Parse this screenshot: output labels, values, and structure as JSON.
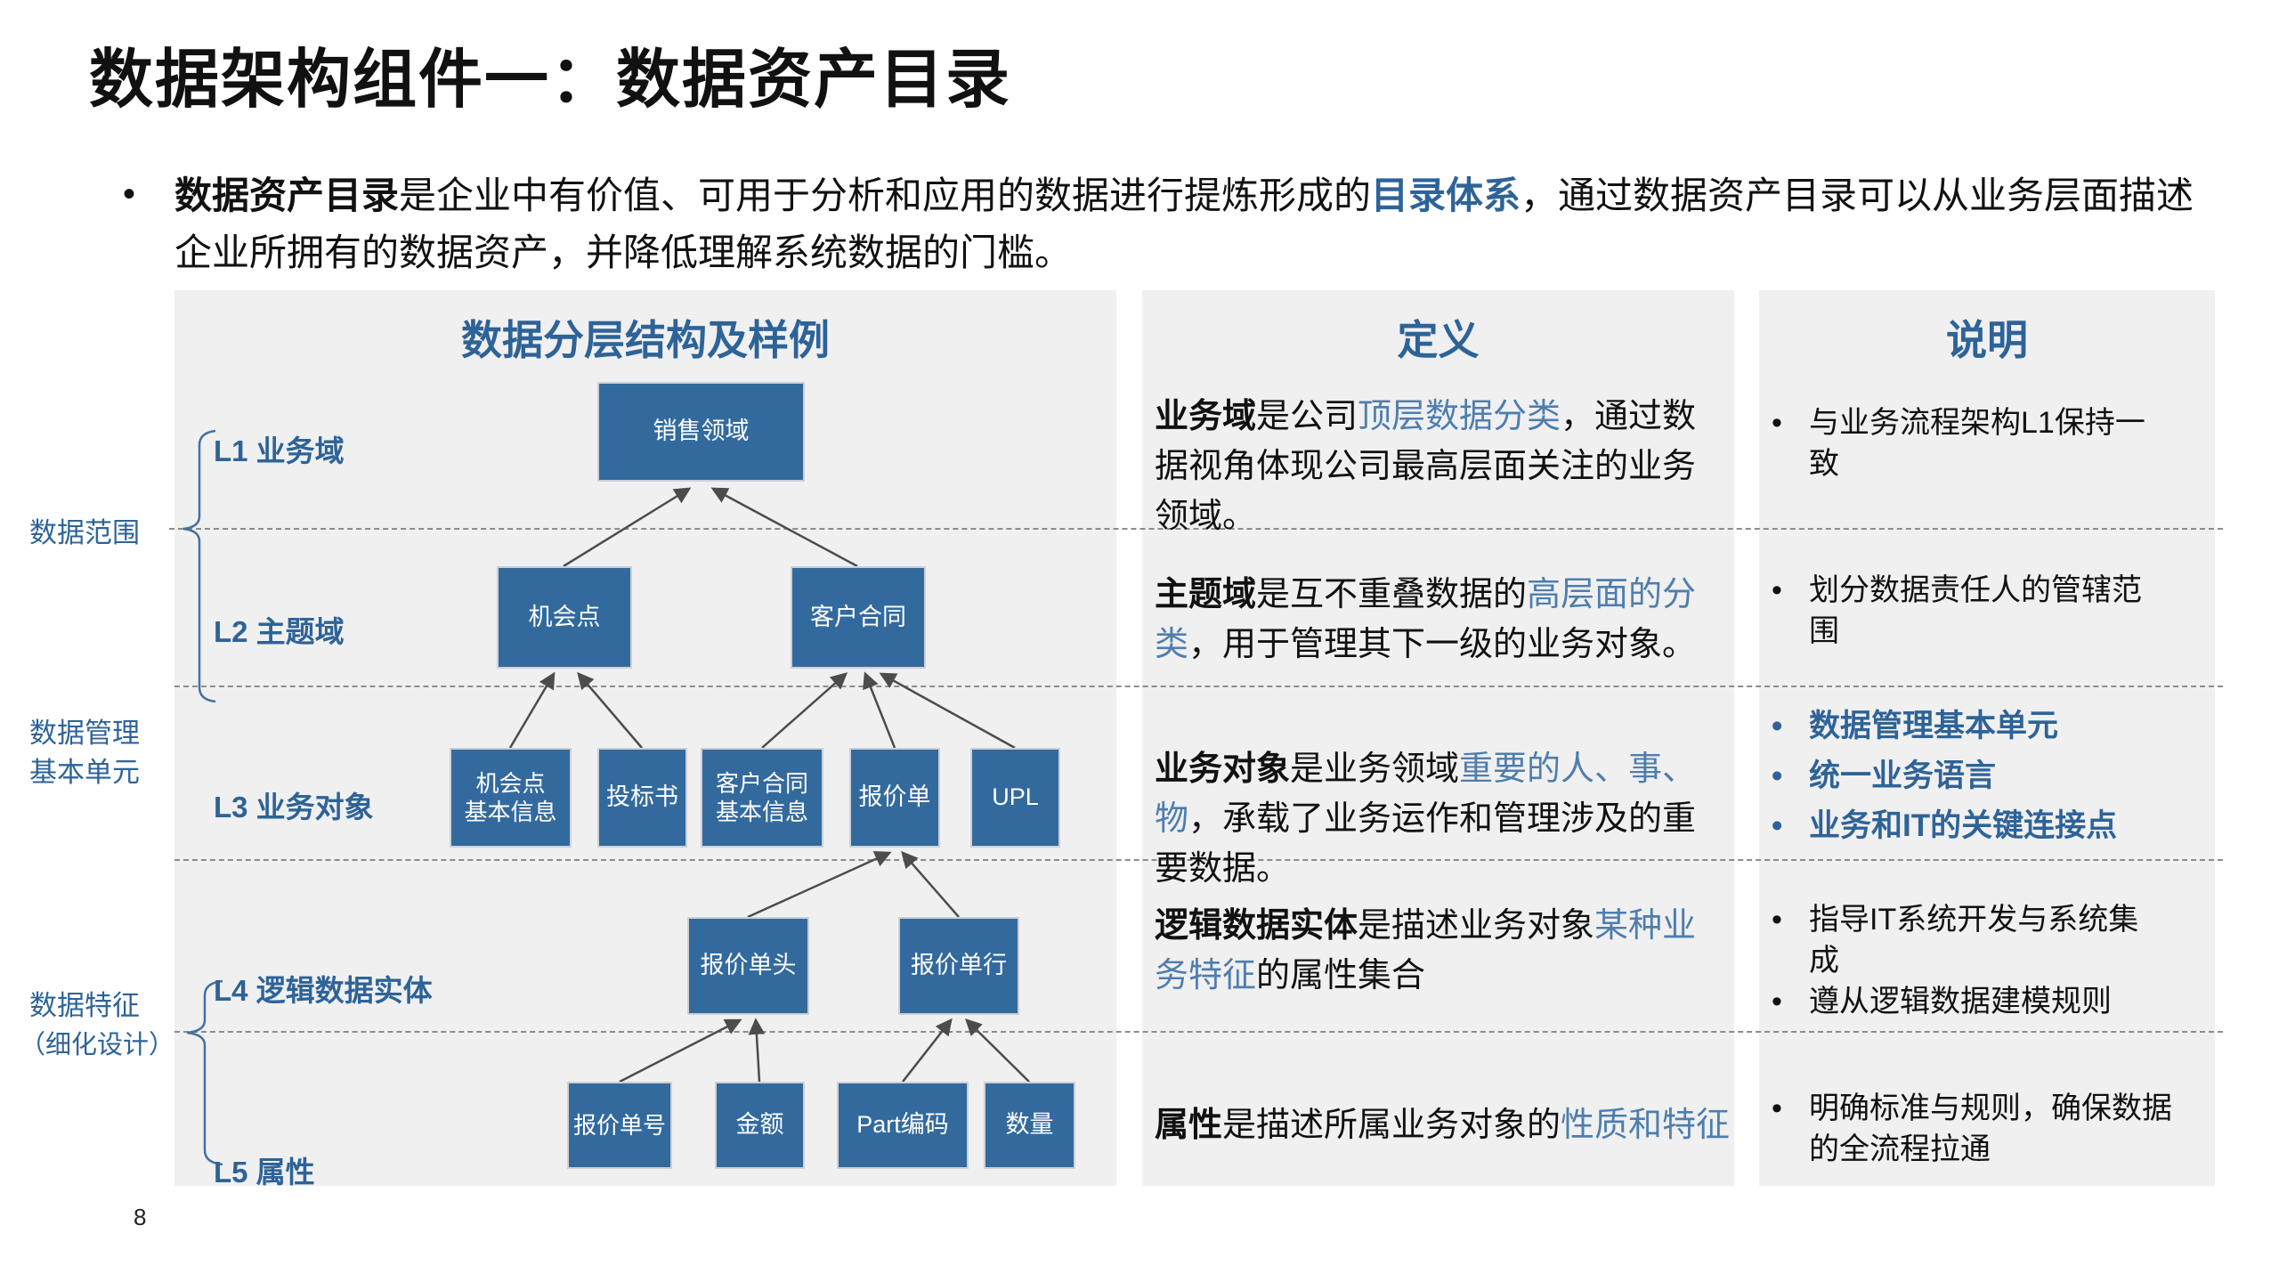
{
  "colors": {
    "accent": "#2e6398",
    "accent_inline": "#4e7eae",
    "box_fill": "#336a9e",
    "panel_bg": "#f0f0f1",
    "arrow": "#4c4c4c"
  },
  "slide": {
    "title": "数据架构组件一：数据资产目录",
    "page_number": "8"
  },
  "intro": {
    "bullet": "•",
    "segments": [
      {
        "text": "数据资产目录",
        "style": "bold"
      },
      {
        "text": "是企业中有价值、可用于分析和应用的数据进行提炼形成的",
        "style": "normal"
      },
      {
        "text": "目录体系",
        "style": "blue-bold"
      },
      {
        "text": "，通过数据资产目录可以从业务层面描述企业所拥有的数据资产，并降低理解系统数据的门槛。",
        "style": "normal"
      }
    ]
  },
  "diagram": {
    "header": "数据分层结构及样例",
    "side_labels": {
      "scope": "数据范围",
      "mgmt_line1": "数据管理",
      "mgmt_line2": "基本单元",
      "feature_line1": "数据特征",
      "feature_line2": "（细化设计）"
    },
    "levels": {
      "l1": "L1 业务域",
      "l2": "L2 主题域",
      "l3": "L3 业务对象",
      "l4": "L4 逻辑数据实体",
      "l5": "L5 属性"
    },
    "boxes": {
      "l1_sales": "销售领域",
      "l2_opportunity": "机会点",
      "l2_contract": "客户合同",
      "l3_opp_info": "机会点\n基本信息",
      "l3_bid": "投标书",
      "l3_contract_info": "客户合同\n基本信息",
      "l3_quote": "报价单",
      "l3_upl": "UPL",
      "l4_quote_header": "报价单头",
      "l4_quote_line": "报价单行",
      "l5_quote_no": "报价单号",
      "l5_amount": "金额",
      "l5_part_code": "Part编码",
      "l5_qty": "数量"
    }
  },
  "definitions": {
    "header": "定义",
    "rows": [
      {
        "segments": [
          {
            "text": "业务域",
            "style": "term"
          },
          {
            "text": "是公司",
            "style": "normal"
          },
          {
            "text": "顶层数据分类",
            "style": "blue"
          },
          {
            "text": "，通过数据视角体现公司最高层面关注的业务领域。",
            "style": "normal"
          }
        ]
      },
      {
        "segments": [
          {
            "text": "主题域",
            "style": "term"
          },
          {
            "text": "是互不重叠数据的",
            "style": "normal"
          },
          {
            "text": "高层面的分类",
            "style": "blue"
          },
          {
            "text": "，用于管理其下一级的业务对象。",
            "style": "normal"
          }
        ]
      },
      {
        "segments": [
          {
            "text": "业务对象",
            "style": "term"
          },
          {
            "text": "是业务领域",
            "style": "normal"
          },
          {
            "text": "重要的人、事、物",
            "style": "blue"
          },
          {
            "text": "，承载了业务运作和管理涉及的重要数据。",
            "style": "normal"
          }
        ]
      },
      {
        "segments": [
          {
            "text": "逻辑数据实体",
            "style": "term"
          },
          {
            "text": "是描述业务对象",
            "style": "normal"
          },
          {
            "text": "某种业务特征",
            "style": "blue"
          },
          {
            "text": "的属性集合",
            "style": "normal"
          }
        ]
      },
      {
        "segments": [
          {
            "text": "属性",
            "style": "term"
          },
          {
            "text": "是描述所属业务对象的",
            "style": "normal"
          },
          {
            "text": "性质和特征",
            "style": "blue"
          }
        ]
      }
    ]
  },
  "notes": {
    "header": "说明",
    "bullet": "•",
    "rows": [
      {
        "items": [
          {
            "text": "与业务流程架构L1保持一致",
            "style": "normal"
          }
        ]
      },
      {
        "items": [
          {
            "text": "划分数据责任人的管辖范围",
            "style": "normal"
          }
        ]
      },
      {
        "items": [
          {
            "text": "数据管理基本单元",
            "style": "highlight"
          },
          {
            "text": "统一业务语言",
            "style": "highlight"
          },
          {
            "text": "业务和IT的关键连接点",
            "style": "highlight"
          }
        ]
      },
      {
        "items": [
          {
            "text": "指导IT系统开发与系统集成",
            "style": "normal"
          },
          {
            "text": "遵从逻辑数据建模规则",
            "style": "normal"
          }
        ]
      },
      {
        "items": [
          {
            "text": "明确标准与规则，确保数据的全流程拉通",
            "style": "normal"
          }
        ]
      }
    ]
  }
}
